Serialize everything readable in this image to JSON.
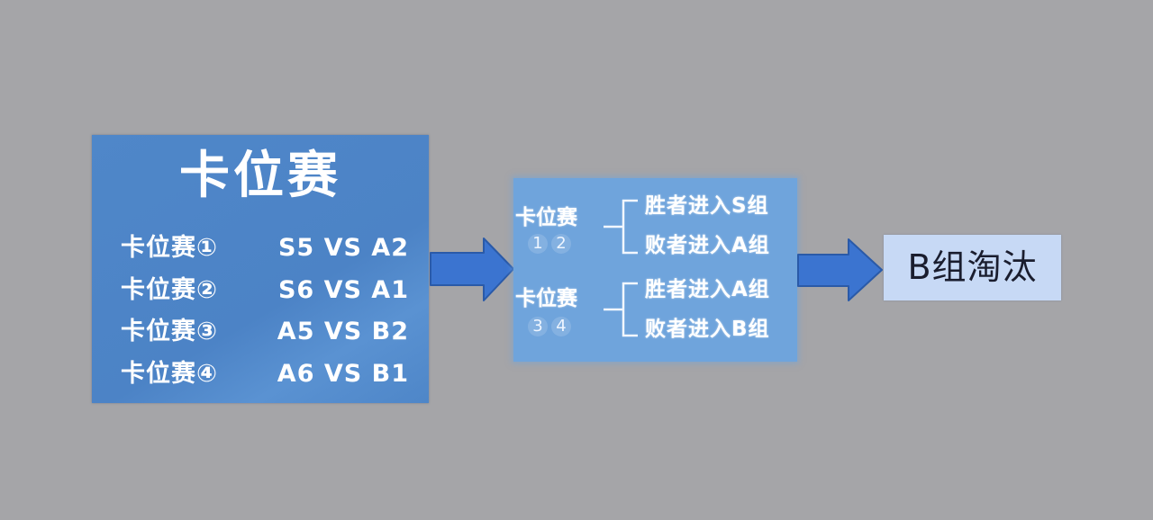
{
  "colors": {
    "background": "#a5a5a8",
    "left_panel": "#4c83c6",
    "middle_panel": "#6fa4dc",
    "right_box": "#c7d9f5",
    "arrow": "#3b74d0",
    "arrow_border": "#2a5aa8",
    "right_text": "#1a1d2e"
  },
  "left_panel": {
    "title": "卡位赛",
    "matches": [
      {
        "name": "卡位赛①",
        "matchup": "S5 VS A2"
      },
      {
        "name": "卡位赛②",
        "matchup": "S6 VS A1"
      },
      {
        "name": "卡位赛③",
        "matchup": "A5 VS B2"
      },
      {
        "name": "卡位赛④",
        "matchup": "A6 VS B1"
      }
    ]
  },
  "arrows": [
    {
      "icon": "right-arrow-icon"
    },
    {
      "icon": "right-arrow-icon"
    }
  ],
  "middle_panel": {
    "groups": [
      {
        "label": "卡位赛",
        "nums": [
          "1",
          "2"
        ],
        "outcomes": [
          "胜者进入S组",
          "败者进入A组"
        ]
      },
      {
        "label": "卡位赛",
        "nums": [
          "3",
          "4"
        ],
        "outcomes": [
          "胜者进入A组",
          "败者进入B组"
        ]
      }
    ]
  },
  "right_box": {
    "text": "B组淘汰"
  }
}
